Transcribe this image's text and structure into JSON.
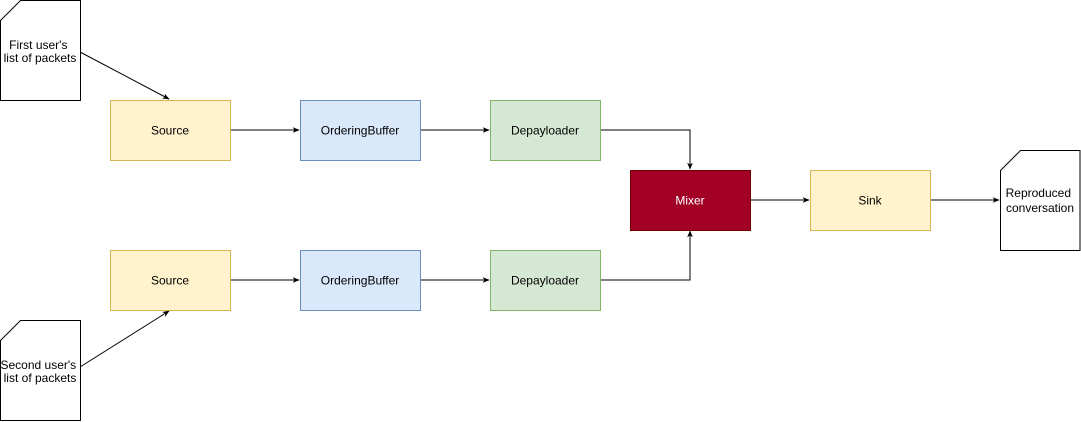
{
  "documents": {
    "first_user": {
      "line1": "First user's",
      "line2": "list of packets"
    },
    "second_user": {
      "line1": "Second user's",
      "line2": "list of packets"
    },
    "output": {
      "line1": "Reproduced",
      "line2": "conversation"
    }
  },
  "nodes": {
    "source_top": {
      "label": "Source"
    },
    "ordering_top": {
      "label": "OrderingBuffer"
    },
    "depay_top": {
      "label": "Depayloader"
    },
    "source_bottom": {
      "label": "Source"
    },
    "ordering_bottom": {
      "label": "OrderingBuffer"
    },
    "depay_bottom": {
      "label": "Depayloader"
    },
    "mixer": {
      "label": "Mixer"
    },
    "sink": {
      "label": "Sink"
    }
  },
  "colors": {
    "source_fill": "#fff2cc",
    "source_stroke": "#d6b656",
    "ordering_fill": "#dae8fc",
    "ordering_stroke": "#6c8ebf",
    "depay_fill": "#d5e8d4",
    "depay_stroke": "#82b366",
    "mixer_fill": "#a20025",
    "mixer_stroke": "#6f0000",
    "mixer_text": "#ffffff",
    "edge": "#000000"
  }
}
